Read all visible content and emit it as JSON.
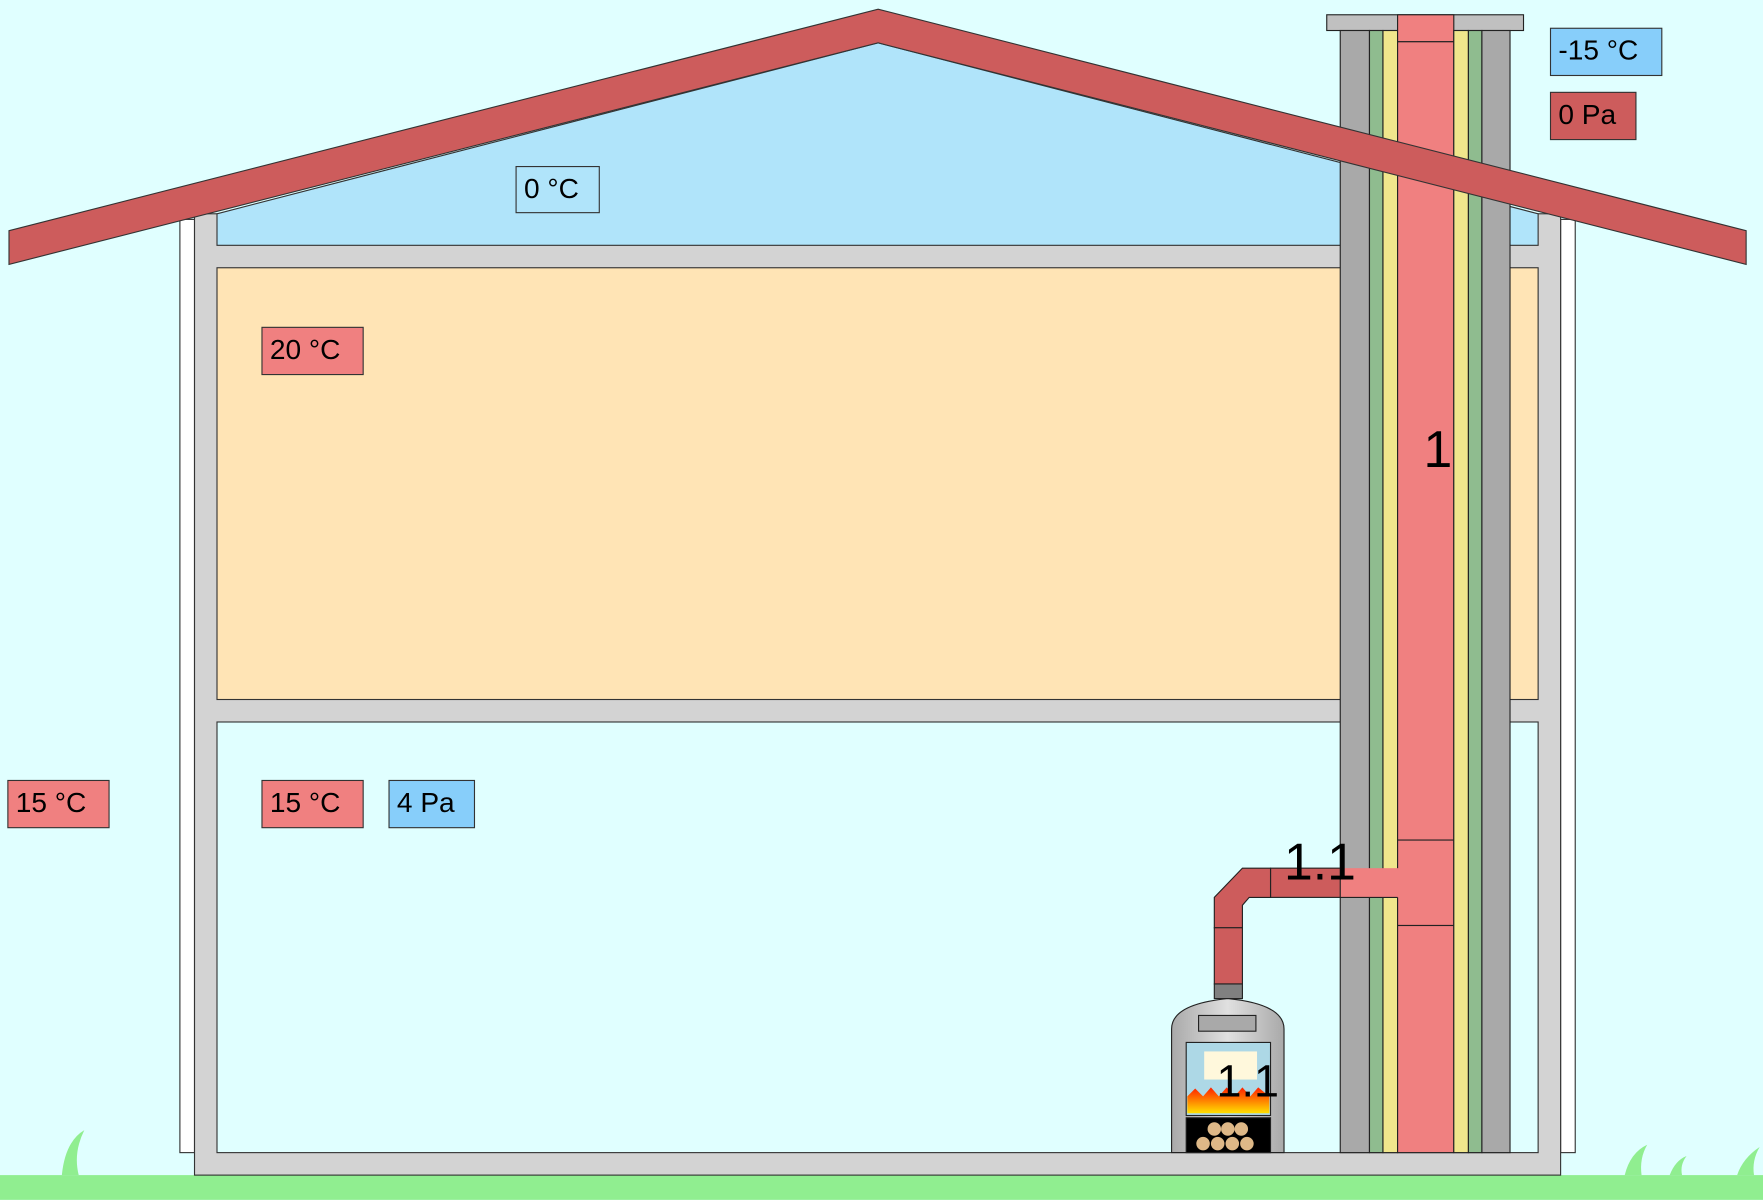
{
  "labels": {
    "outside_temp": "-15 °C",
    "outside_pressure": "0 Pa",
    "attic_temp": "0 °C",
    "upper_room_temp": "20 °C",
    "lower_room_temp": "15 °C",
    "lower_room_pressure": "4 Pa",
    "outside_left_temp": "15 °C"
  },
  "chimney_label": "1",
  "pipe_label": "1.1",
  "stove_label": "1.1",
  "colors": {
    "sky": "#e0ffff",
    "ground": "#90ee90",
    "roof": "#cd5c5c",
    "attic": "#b0e4fa",
    "upper_room": "#ffe4b5",
    "wall": "#d3d3d3",
    "flue": "#f08080",
    "insulation_green": "#8fbc8f",
    "insulation_yellow": "#f0e68c",
    "chimney_shell": "#a9a9a9"
  }
}
